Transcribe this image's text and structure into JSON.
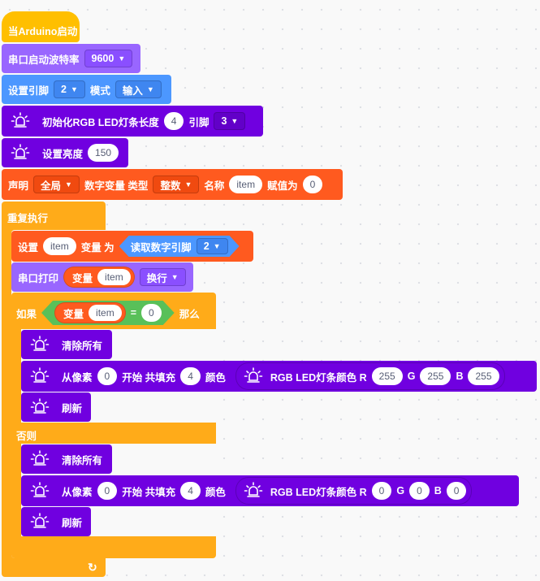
{
  "colors": {
    "hat": "#ffbf00",
    "control": "#ffab19",
    "serial": "#9966ff",
    "pin": "#4c97ff",
    "led": "#7000e0",
    "variable": "#ff5a1f",
    "operator": "#59c059",
    "led_icon": "#ffffff"
  },
  "blocks": {
    "start": {
      "label": "当Arduino启动"
    },
    "serial_baud": {
      "label": "串口启动波特率",
      "value": "9600"
    },
    "pin_mode": {
      "label": "设置引脚",
      "pin": "2",
      "mode_label": "模式",
      "mode": "输入"
    },
    "init_rgb": {
      "label": "初始化RGB LED灯条长度",
      "length": "4",
      "pin_label": "引脚",
      "pin": "3"
    },
    "brightness": {
      "label": "设置亮度",
      "value": "150"
    },
    "declare": {
      "label": "声明",
      "scope": "全局",
      "type_label": "数字变量 类型",
      "type": "整数",
      "name_label": "名称",
      "name": "item",
      "assign_label": "赋值为",
      "value": "0"
    },
    "forever": {
      "label": "重复执行"
    },
    "set_var": {
      "label": "设置",
      "var": "item",
      "as_label": "变量 为",
      "read_label": "读取数字引脚",
      "pin": "2"
    },
    "serial_print": {
      "label": "串口打印",
      "var_label": "变量",
      "var": "item",
      "newline": "换行"
    },
    "if": {
      "label": "如果",
      "var_label": "变量",
      "var": "item",
      "op": "=",
      "value": "0",
      "then": "那么",
      "else": "否则"
    },
    "then_clear": {
      "label": "清除所有"
    },
    "then_fill": {
      "from": "从像素",
      "start": "0",
      "fill_label": "开始 共填充",
      "count": "4",
      "color_label": "颜色",
      "rgb_label": "RGB LED灯条颜色 R",
      "r": "255",
      "g_label": "G",
      "g": "255",
      "b_label": "B",
      "b": "255"
    },
    "then_refresh": {
      "label": "刷新"
    },
    "else_clear": {
      "label": "清除所有"
    },
    "else_fill": {
      "from": "从像素",
      "start": "0",
      "fill_label": "开始 共填充",
      "count": "4",
      "color_label": "颜色",
      "rgb_label": "RGB LED灯条颜色 R",
      "r": "0",
      "g_label": "G",
      "g": "0",
      "b_label": "B",
      "b": "0"
    },
    "else_refresh": {
      "label": "刷新"
    }
  }
}
